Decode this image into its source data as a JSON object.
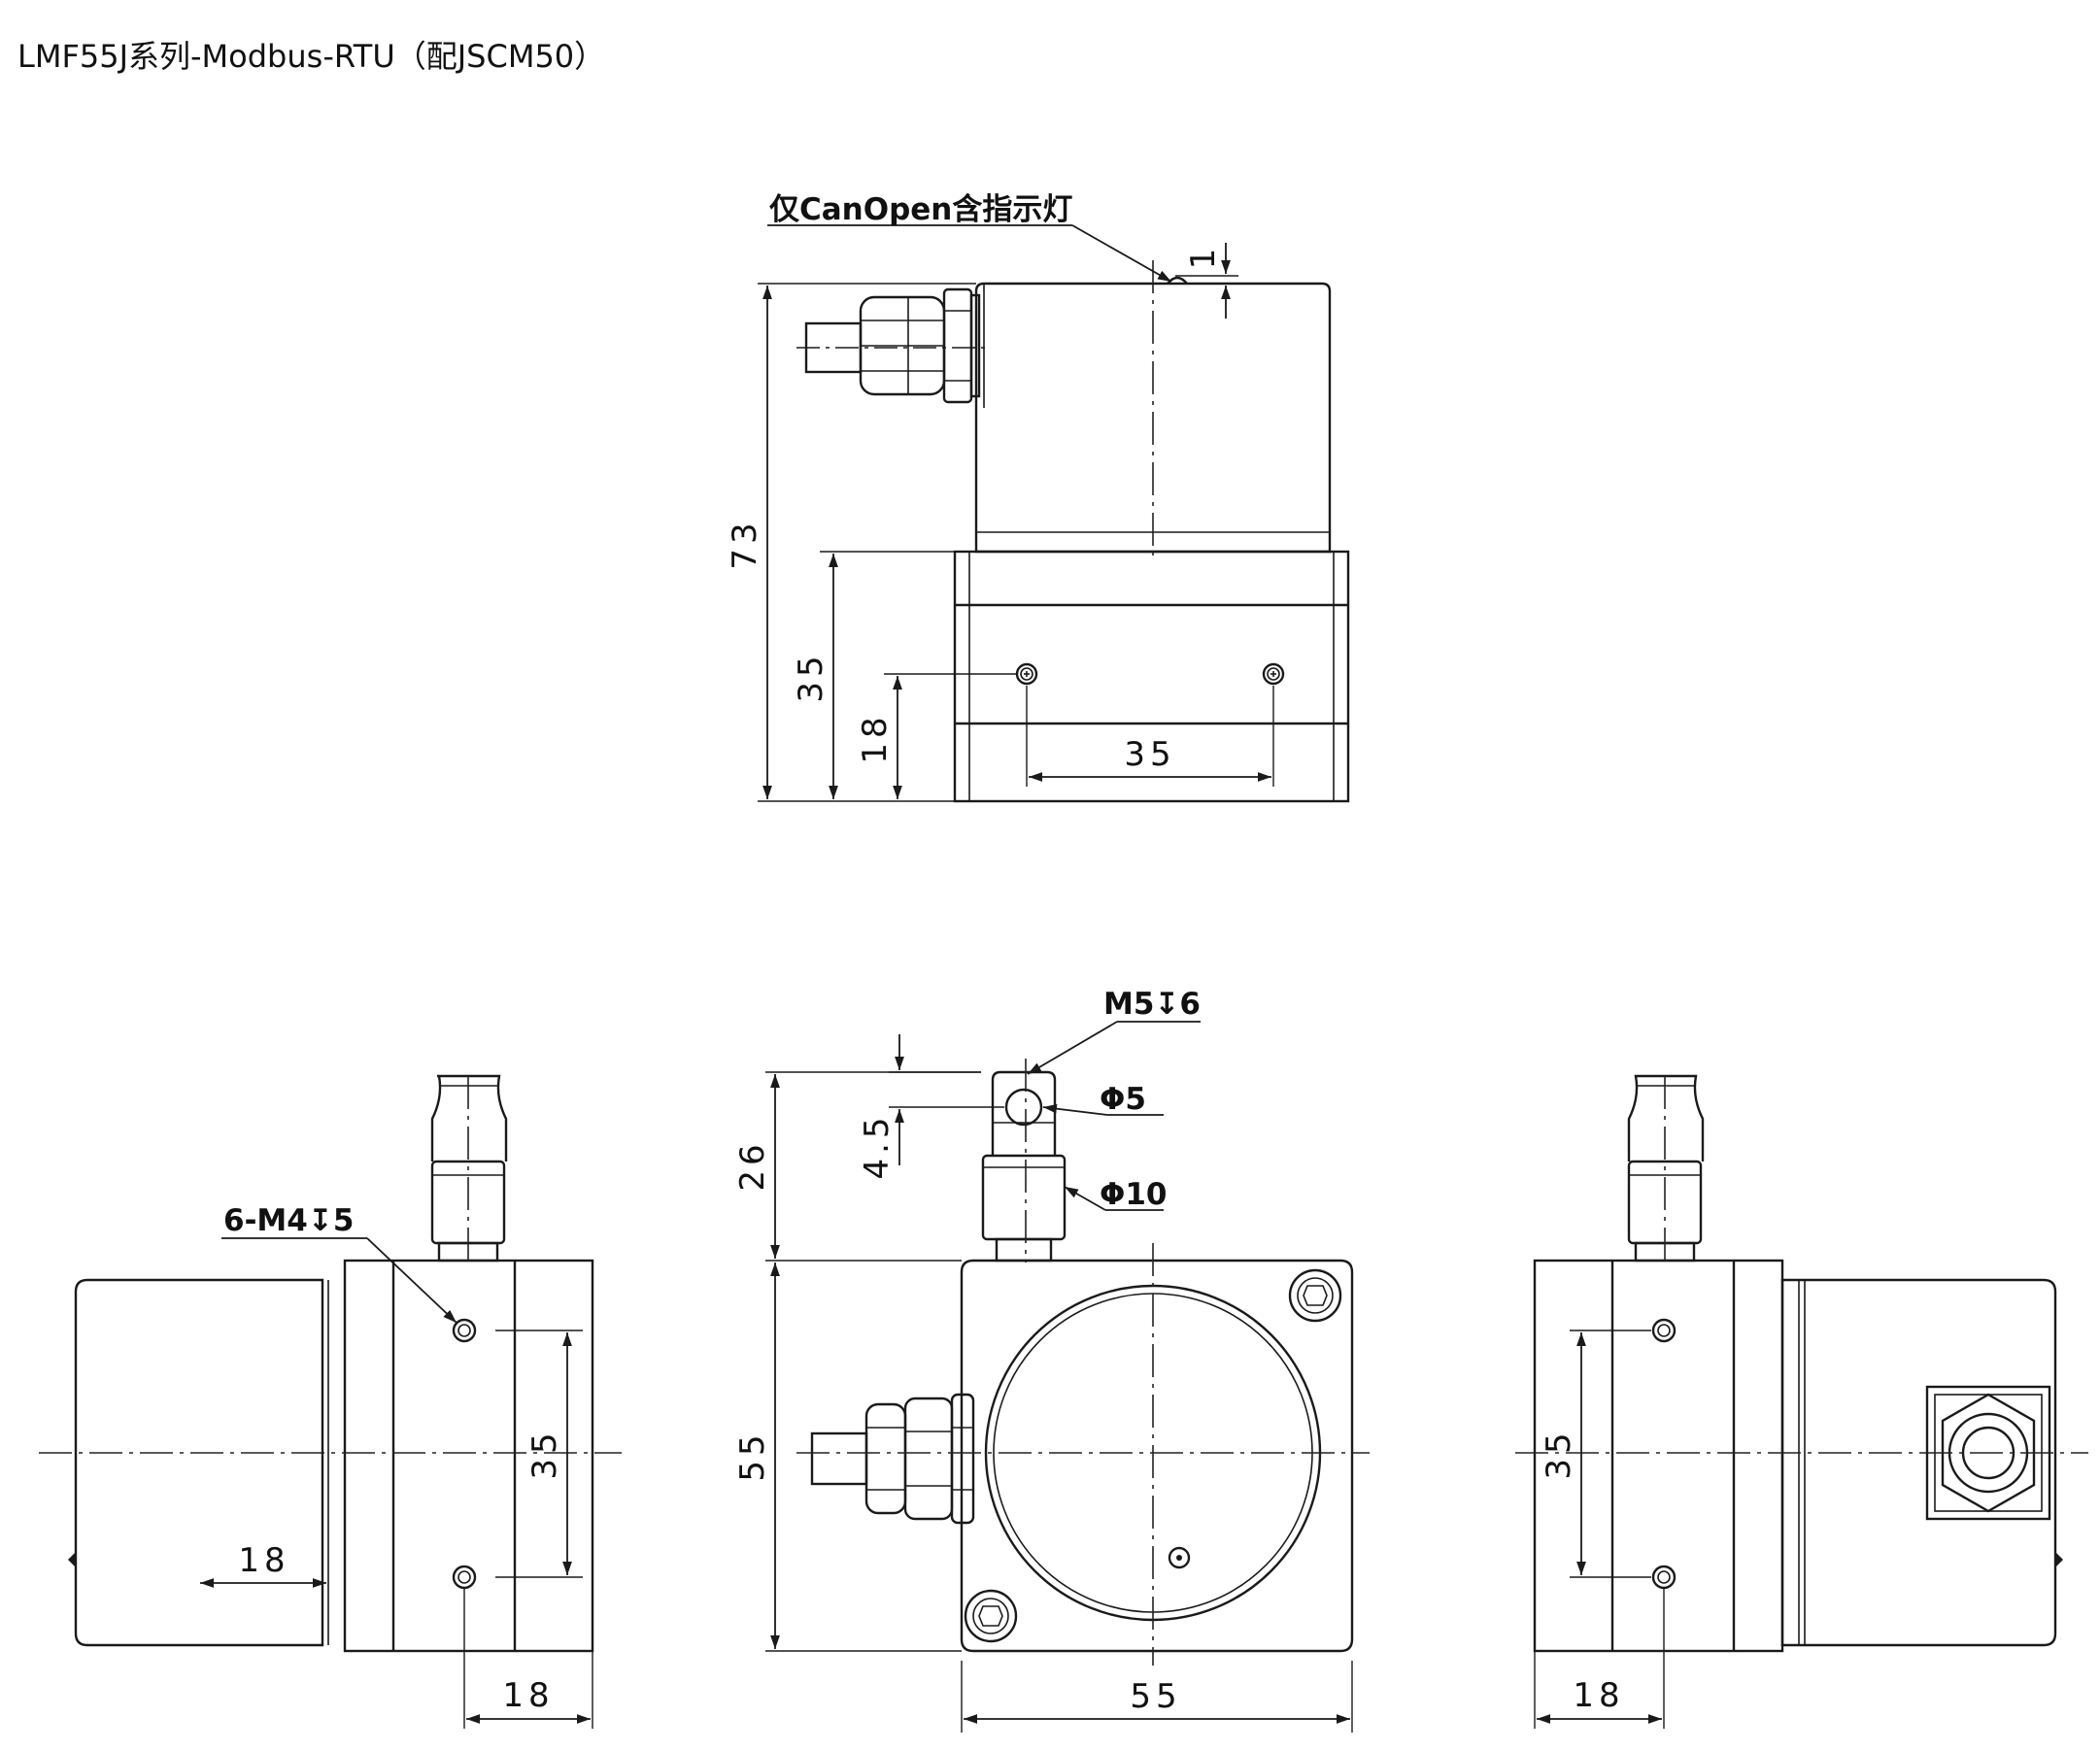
{
  "title": "LMF55J系列-Modbus-RTU（配JSCM50）",
  "annotations": {
    "indicator_note": "仅CanOpen含指示灯",
    "thread_top": "M5↧6",
    "thread_side": "6-M4↧5",
    "dia_small": "Φ5",
    "dia_large": "Φ10"
  },
  "dimensions": {
    "top_total_height": "73",
    "top_base_height": "35",
    "top_hole_height": "18",
    "top_hole_spacing": "35",
    "top_indicator": "1",
    "front_clevis_height": "26",
    "front_hole_offset": "4.5",
    "front_body_height": "55",
    "front_body_width": "55",
    "left_hole_spacing": "35",
    "left_drum_offset": "18",
    "left_hole_edge": "18",
    "right_hole_spacing": "35",
    "right_hole_edge": "18"
  }
}
